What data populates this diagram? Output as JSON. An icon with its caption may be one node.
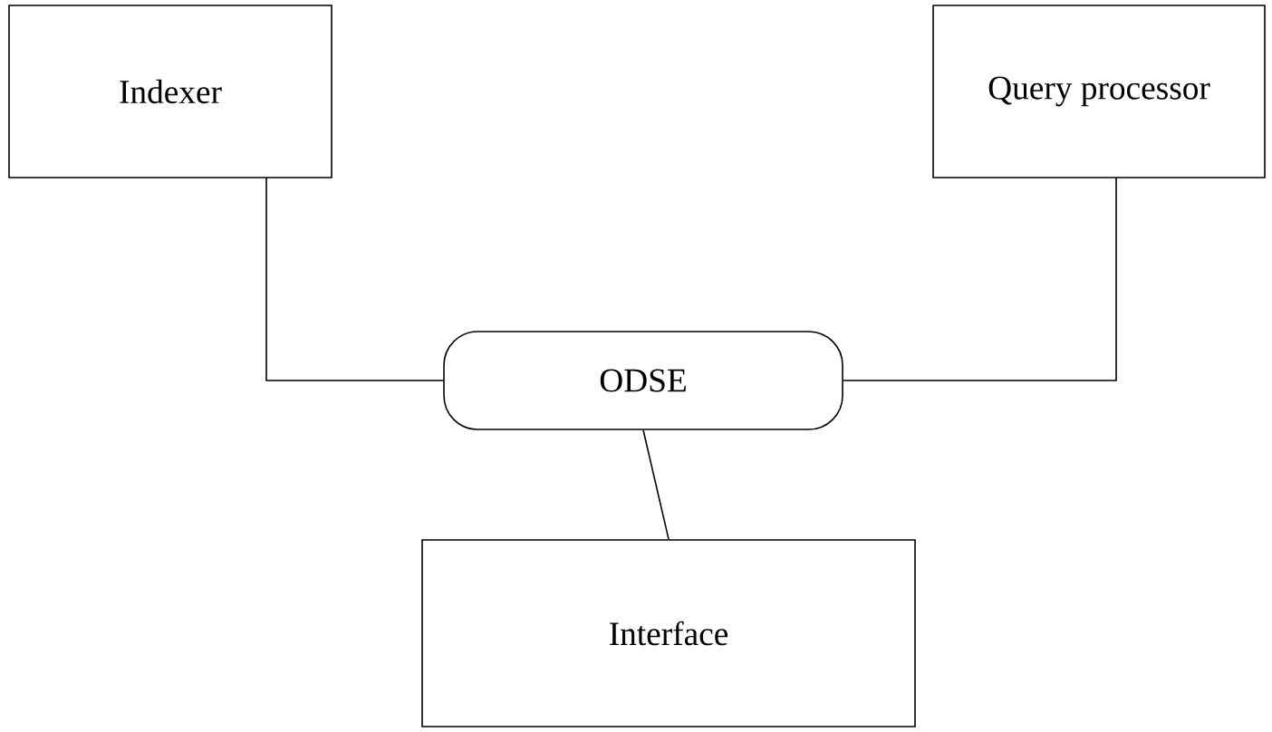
{
  "diagram": {
    "nodes": [
      {
        "text": [
          "Indexer"
        ]
      },
      {
        "text": [
          "Query processor"
        ]
      },
      {
        "text": [
          "ODSE"
        ]
      },
      {
        "text": [
          "Interface"
        ]
      }
    ],
    "edges": [
      {
        "from": 0,
        "to": 2,
        "arrow": "none"
      },
      {
        "from": 1,
        "to": 2,
        "arrow": "none"
      },
      {
        "from": 2,
        "to": 3,
        "arrow": "none"
      }
    ]
  }
}
